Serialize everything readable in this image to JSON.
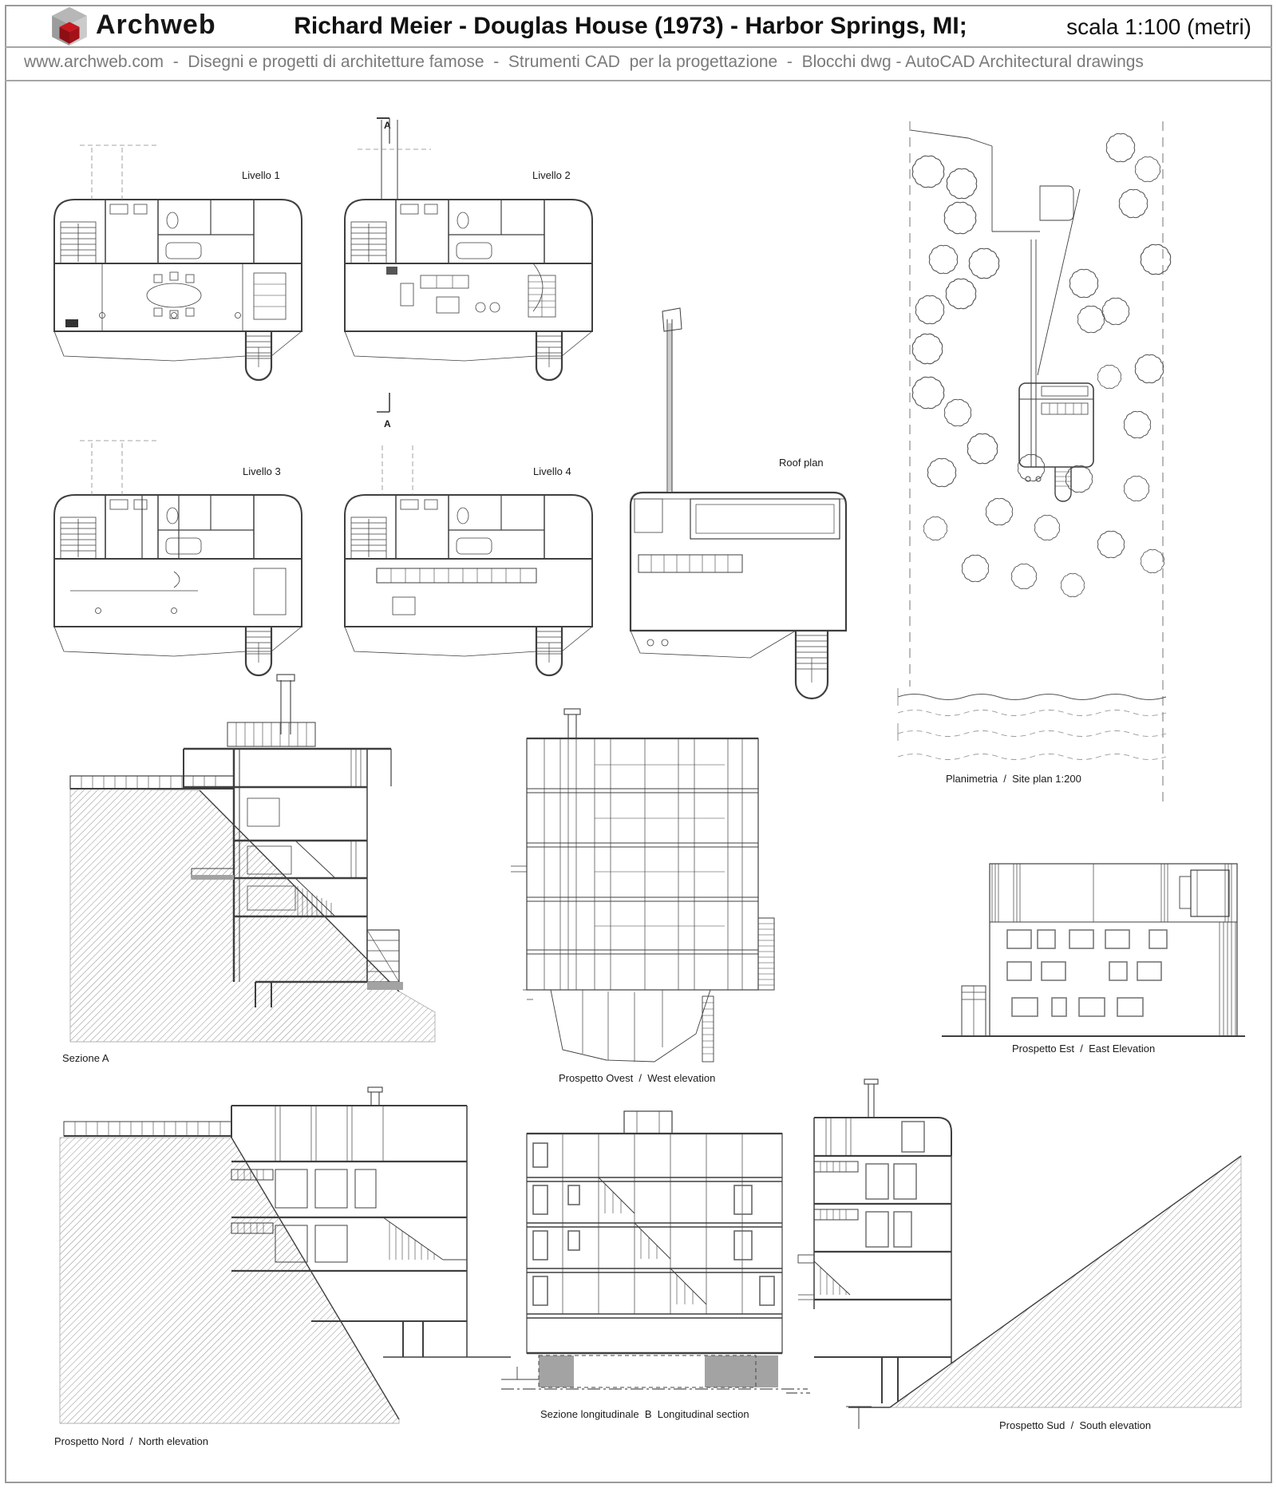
{
  "header": {
    "brand": "Archweb",
    "title": "Richard Meier - Douglas House (1973) - Harbor Springs, MI;",
    "scale": "scala 1:100 (metri)",
    "subtitle": "www.archweb.com  -  Disegni e progetti di architetture famose  -  Strumenti CAD  per la progettazione  -  Blocchi dwg - AutoCAD Architectural drawings"
  },
  "labels": {
    "livello1": "Livello 1",
    "livello2": "Livello 2",
    "livello3": "Livello 3",
    "livello4": "Livello 4",
    "roof_plan": "Roof plan",
    "site_plan": "Planimetria  /  Site plan 1:200",
    "sezione_a": "Sezione A",
    "west": "Prospetto Ovest  /  West elevation",
    "east": "Prospetto Est  /  East Elevation",
    "north": "Prospetto Nord  /  North elevation",
    "long_section": "Sezione longitudinale  B  Longitudinal section",
    "south": "Prospetto Sud  /  South elevation",
    "marker_a": "A"
  },
  "colors": {
    "line": "#3f3f3f",
    "label": "#1b1b1b",
    "subtitle_gray": "#7a7a7a",
    "hatch": "#8f8f8f",
    "foundation_gray": "#a3a3a3",
    "logo_red": "#c8161d",
    "logo_red_dark": "#8c0f14"
  }
}
